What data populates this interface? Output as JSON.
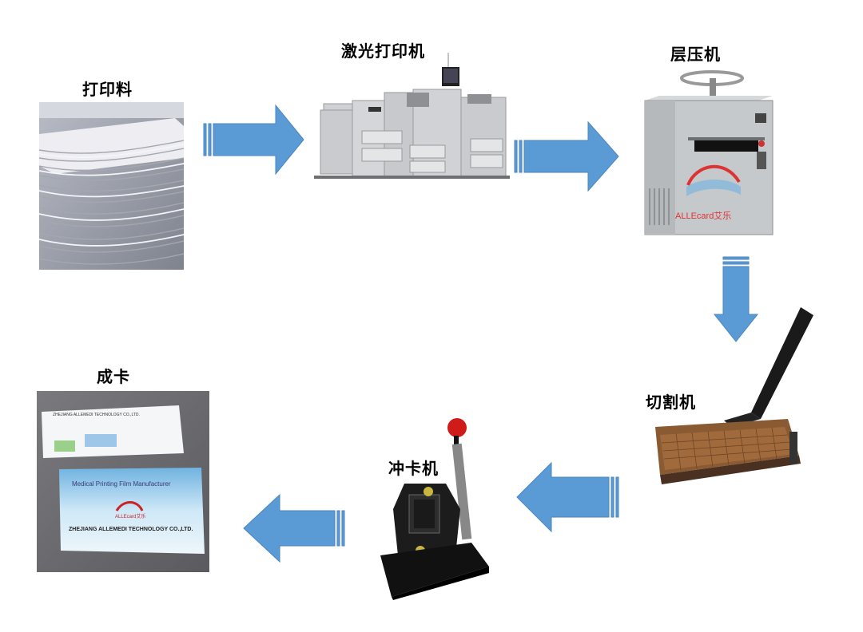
{
  "steps": [
    {
      "id": "paper",
      "label": "打印料"
    },
    {
      "id": "laser-printer",
      "label": "激光打印机"
    },
    {
      "id": "laminator",
      "label": "层压机"
    },
    {
      "id": "cutter",
      "label": "切割机"
    },
    {
      "id": "card-punch",
      "label": "冲卡机"
    },
    {
      "id": "finished-card",
      "label": "成卡"
    }
  ],
  "laminator_brand": "ALLEcard艾乐",
  "card_top": {
    "line1": "ZHEJIANG ALLEMEDI TECHNOLOGY CO.,LTD."
  },
  "card_bottom": {
    "header": "Medical Printing Film Manufacturer",
    "brand": "ALLEcard艾乐",
    "company": "ZHEJIANG ALLEMEDI TECHNOLOGY CO.,LTD."
  },
  "colors": {
    "arrow": "#5b9bd5",
    "arrow_stroke": "#4a86c0"
  }
}
